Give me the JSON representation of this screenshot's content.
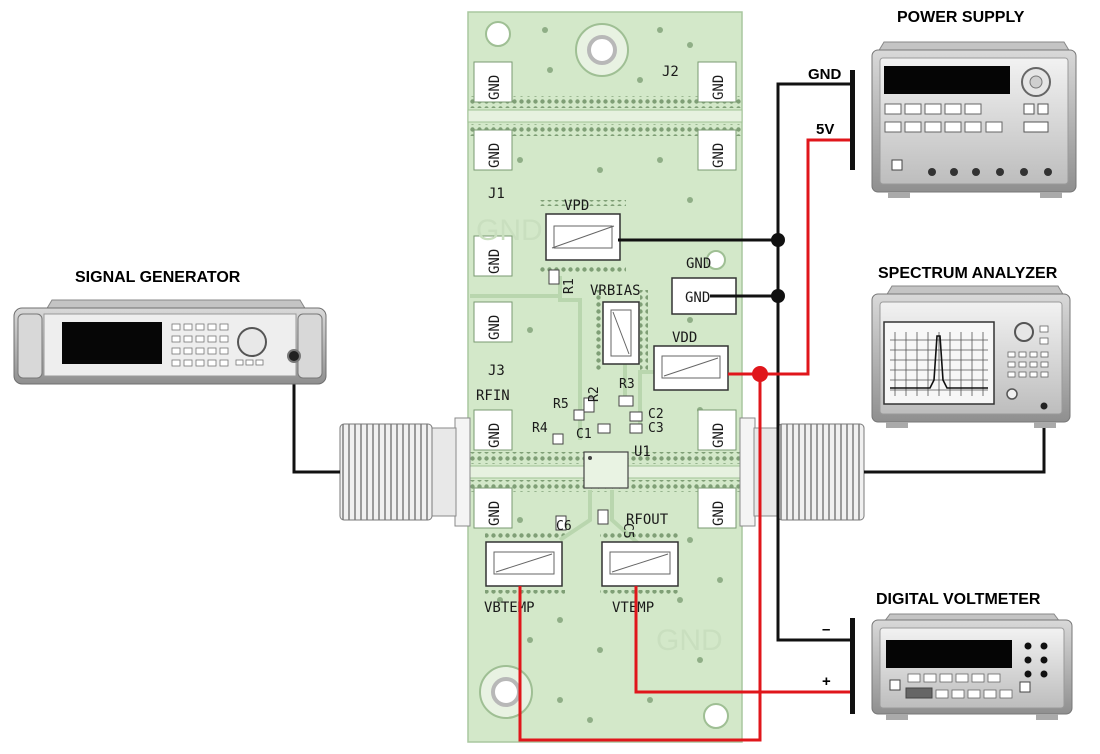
{
  "instruments": {
    "power_supply": "POWER SUPPLY",
    "signal_generator": "SIGNAL GENERATOR",
    "spectrum_analyzer": "SPECTRUM ANALYZER",
    "digital_voltmeter": "DIGITAL VOLTMETER"
  },
  "wires": {
    "gnd": "GND",
    "v5": "5V",
    "minus": "–",
    "plus": "+"
  },
  "board": {
    "j1": "J1",
    "j2": "J2",
    "j3": "J3",
    "rfin": "RFIN",
    "rfout": "RFOUT",
    "vpd": "VPD",
    "vrbias": "VRBIAS",
    "vdd": "VDD",
    "gnd_pad_label": "GND",
    "gnd_pad_text": "GND",
    "vbtemp": "VBTEMP",
    "vtemp": "VTEMP",
    "u1": "U1",
    "r1": "R1",
    "r2": "R2",
    "r3": "R3",
    "r4": "R4",
    "r5": "R5",
    "c1": "C1",
    "c2": "C2",
    "c3": "C3",
    "c5": "C5",
    "c6": "C6",
    "gnd_text": "GND",
    "gnd_big": "GND"
  },
  "colors": {
    "pcb": "#d3e8c9",
    "wire_black": "#111111",
    "wire_red": "#e0161b"
  }
}
